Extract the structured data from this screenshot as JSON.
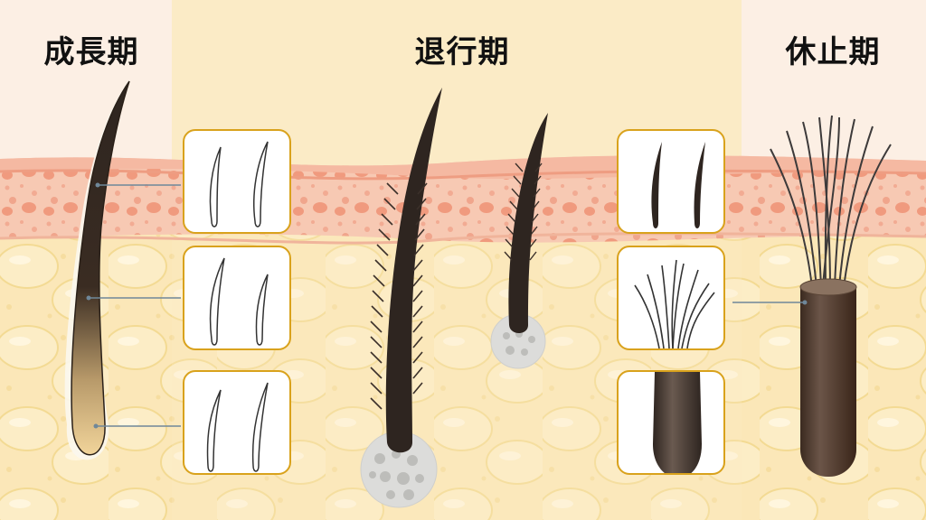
{
  "diagram": {
    "subject": "hair growth cycle",
    "phases": [
      {
        "id": "anagen",
        "label": "成長期"
      },
      {
        "id": "catagen",
        "label": "退行期"
      },
      {
        "id": "telogen",
        "label": "休止期"
      }
    ],
    "colors": {
      "side_bg": "#fcefe4",
      "middle_bg": "#fbebc6",
      "fat_layer": "#fbe7b6",
      "skin_band": "#f6c3ad",
      "skin_dots": "#f0997c",
      "hair": "#2e2520",
      "inset_border": "#d9a21c",
      "callout_line": "#6f8799",
      "papilla": "#d8d8d6"
    },
    "insets": {
      "anagen": [
        "thin-hair-outline-pair",
        "thin-hair-outline-pair",
        "thin-hair-outline-pair"
      ],
      "telogen": [
        "solid-hair-pair",
        "hair-bundle",
        "club-hair-root"
      ]
    }
  }
}
